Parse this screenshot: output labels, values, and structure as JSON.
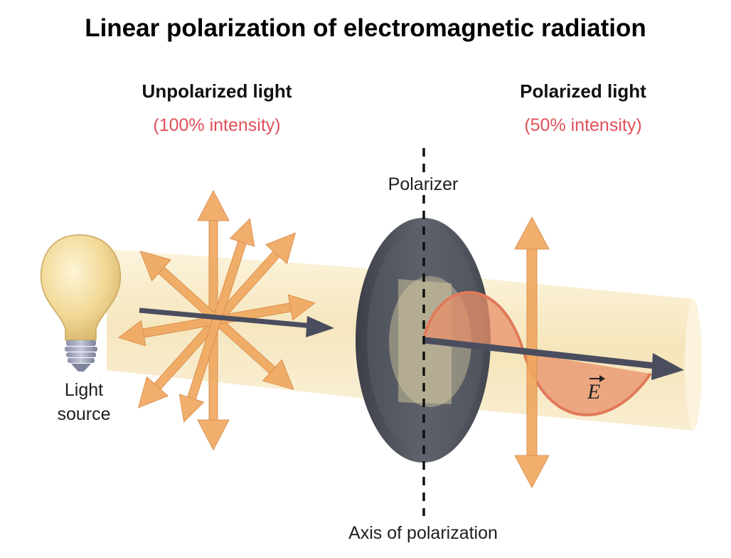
{
  "title": "Linear polarization of electromagnetic radiation",
  "unpolarized": {
    "heading": "Unpolarized light",
    "intensity": "(100% intensity)"
  },
  "polarized": {
    "heading": "Polarized light",
    "intensity": "(50% intensity)"
  },
  "labels": {
    "light_source_line1": "Light",
    "light_source_line2": "source",
    "polarizer": "Polarizer",
    "axis": "Axis of polarization",
    "field_symbol": "E"
  },
  "colors": {
    "beam": "#f6e7c2",
    "arrow_orange": "#f0a860",
    "wave_fill": "#e8906a",
    "wave_stroke": "#e07a5a",
    "disc": "#4f535c",
    "propagation_arrow": "#4a4d5e",
    "intensity_text": "#e0505a",
    "bulb": "#f3dc9a"
  },
  "icons": [
    "light-bulb-icon",
    "polarizer-disc-icon",
    "propagation-arrow-icon"
  ]
}
